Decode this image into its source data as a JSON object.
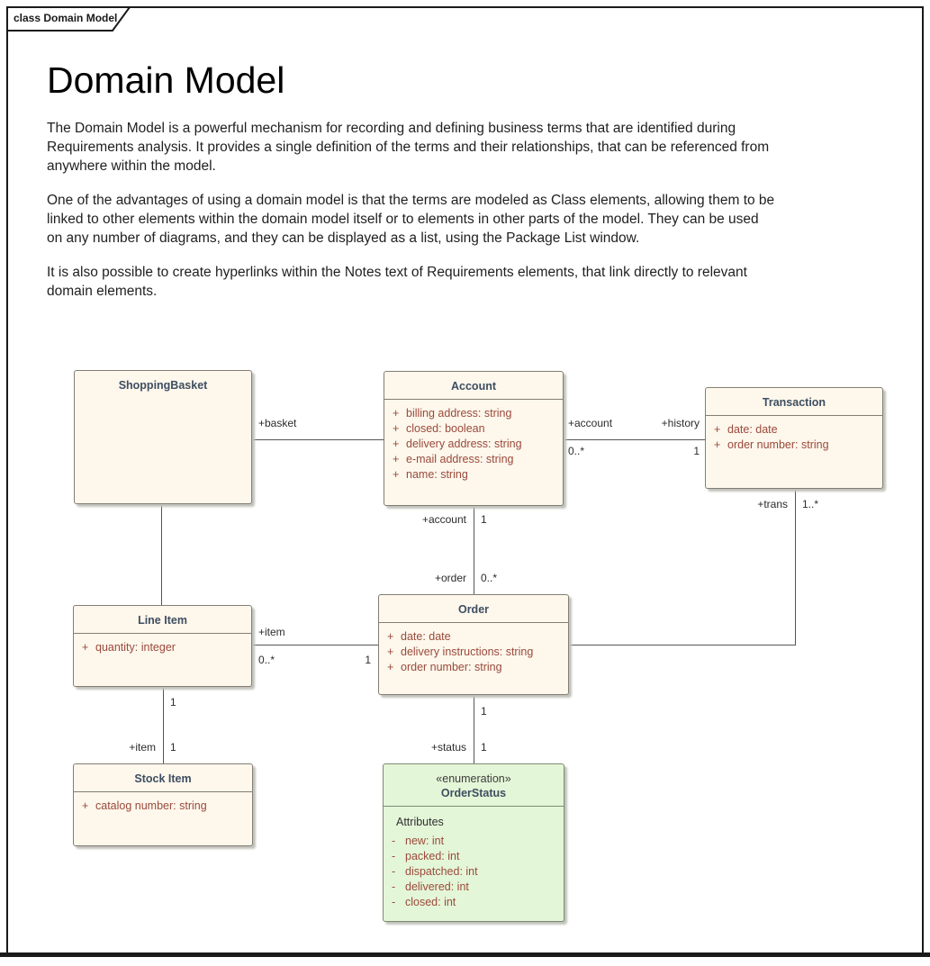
{
  "frame": {
    "tab_label": "class Domain Model"
  },
  "header": {
    "title": "Domain Model"
  },
  "paragraphs": {
    "p1": "The Domain Model is a powerful mechanism for recording and defining business terms that are identified during\nRequirements analysis.  It provides a single definition of the terms and their relationships, that can be referenced from\nanywhere within the model.",
    "p2": "One of the advantages of using a domain model is that the terms are modeled as Class elements, allowing them to be\nlinked to other elements within the domain model itself or to elements in other parts of the model.  They can be used\non any number of diagrams, and they can be displayed as a list, using the Package List window.",
    "p3": "It is also possible to create hyperlinks within the Notes text of Requirements elements, that link directly to relevant\ndomain elements."
  },
  "classes": [
    {
      "name": "ShoppingBasket",
      "attributes": []
    },
    {
      "name": "Account",
      "attributes": [
        {
          "vis": "+",
          "text": "billing address: string"
        },
        {
          "vis": "+",
          "text": "closed: boolean"
        },
        {
          "vis": "+",
          "text": "delivery address: string"
        },
        {
          "vis": "+",
          "text": "e-mail address: string"
        },
        {
          "vis": "+",
          "text": "name: string"
        }
      ]
    },
    {
      "name": "Transaction",
      "attributes": [
        {
          "vis": "+",
          "text": "date: date"
        },
        {
          "vis": "+",
          "text": "order number: string"
        }
      ]
    },
    {
      "name": "Line Item",
      "attributes": [
        {
          "vis": "+",
          "text": "quantity: integer"
        }
      ]
    },
    {
      "name": "Order",
      "attributes": [
        {
          "vis": "+",
          "text": "date: date"
        },
        {
          "vis": "+",
          "text": "delivery instructions: string"
        },
        {
          "vis": "+",
          "text": "order number: string"
        }
      ]
    },
    {
      "name": "Stock Item",
      "attributes": [
        {
          "vis": "+",
          "text": "catalog number: string"
        }
      ]
    },
    {
      "name": "OrderStatus",
      "stereotype": "«enumeration»",
      "section_label": "Attributes",
      "attributes": [
        {
          "vis": "-",
          "text": "new: int"
        },
        {
          "vis": "-",
          "text": "packed: int"
        },
        {
          "vis": "-",
          "text": "dispatched: int"
        },
        {
          "vis": "-",
          "text": "delivered: int"
        },
        {
          "vis": "-",
          "text": "closed: int"
        }
      ]
    }
  ],
  "labels": {
    "basket": "+basket",
    "account_h": "+account",
    "account_h_mult": "0..*",
    "history": "+history",
    "history_mult": "1",
    "account_v": "+account",
    "account_v_mult": "1",
    "order_role": "+order",
    "order_mult": "0..*",
    "trans": "+trans",
    "trans_mult": "1..*",
    "item_h": "+item",
    "item_h_mult": "0..*",
    "item_h_one": "1",
    "lineitem_bottom_one": "1",
    "item_v": "+item",
    "item_v_mult": "1",
    "order_bottom_one": "1",
    "status": "+status",
    "status_mult": "1"
  },
  "colors": {
    "class_fill": "#fdf7ec",
    "class_border": "#837d74",
    "class_header_text": "#3e4e60",
    "attribute_text": "#9b4a3b",
    "enum_fill": "#e4f6d8",
    "enum_border": "#7c8a72",
    "connector": "#555555",
    "frame": "#1a1a1a"
  }
}
